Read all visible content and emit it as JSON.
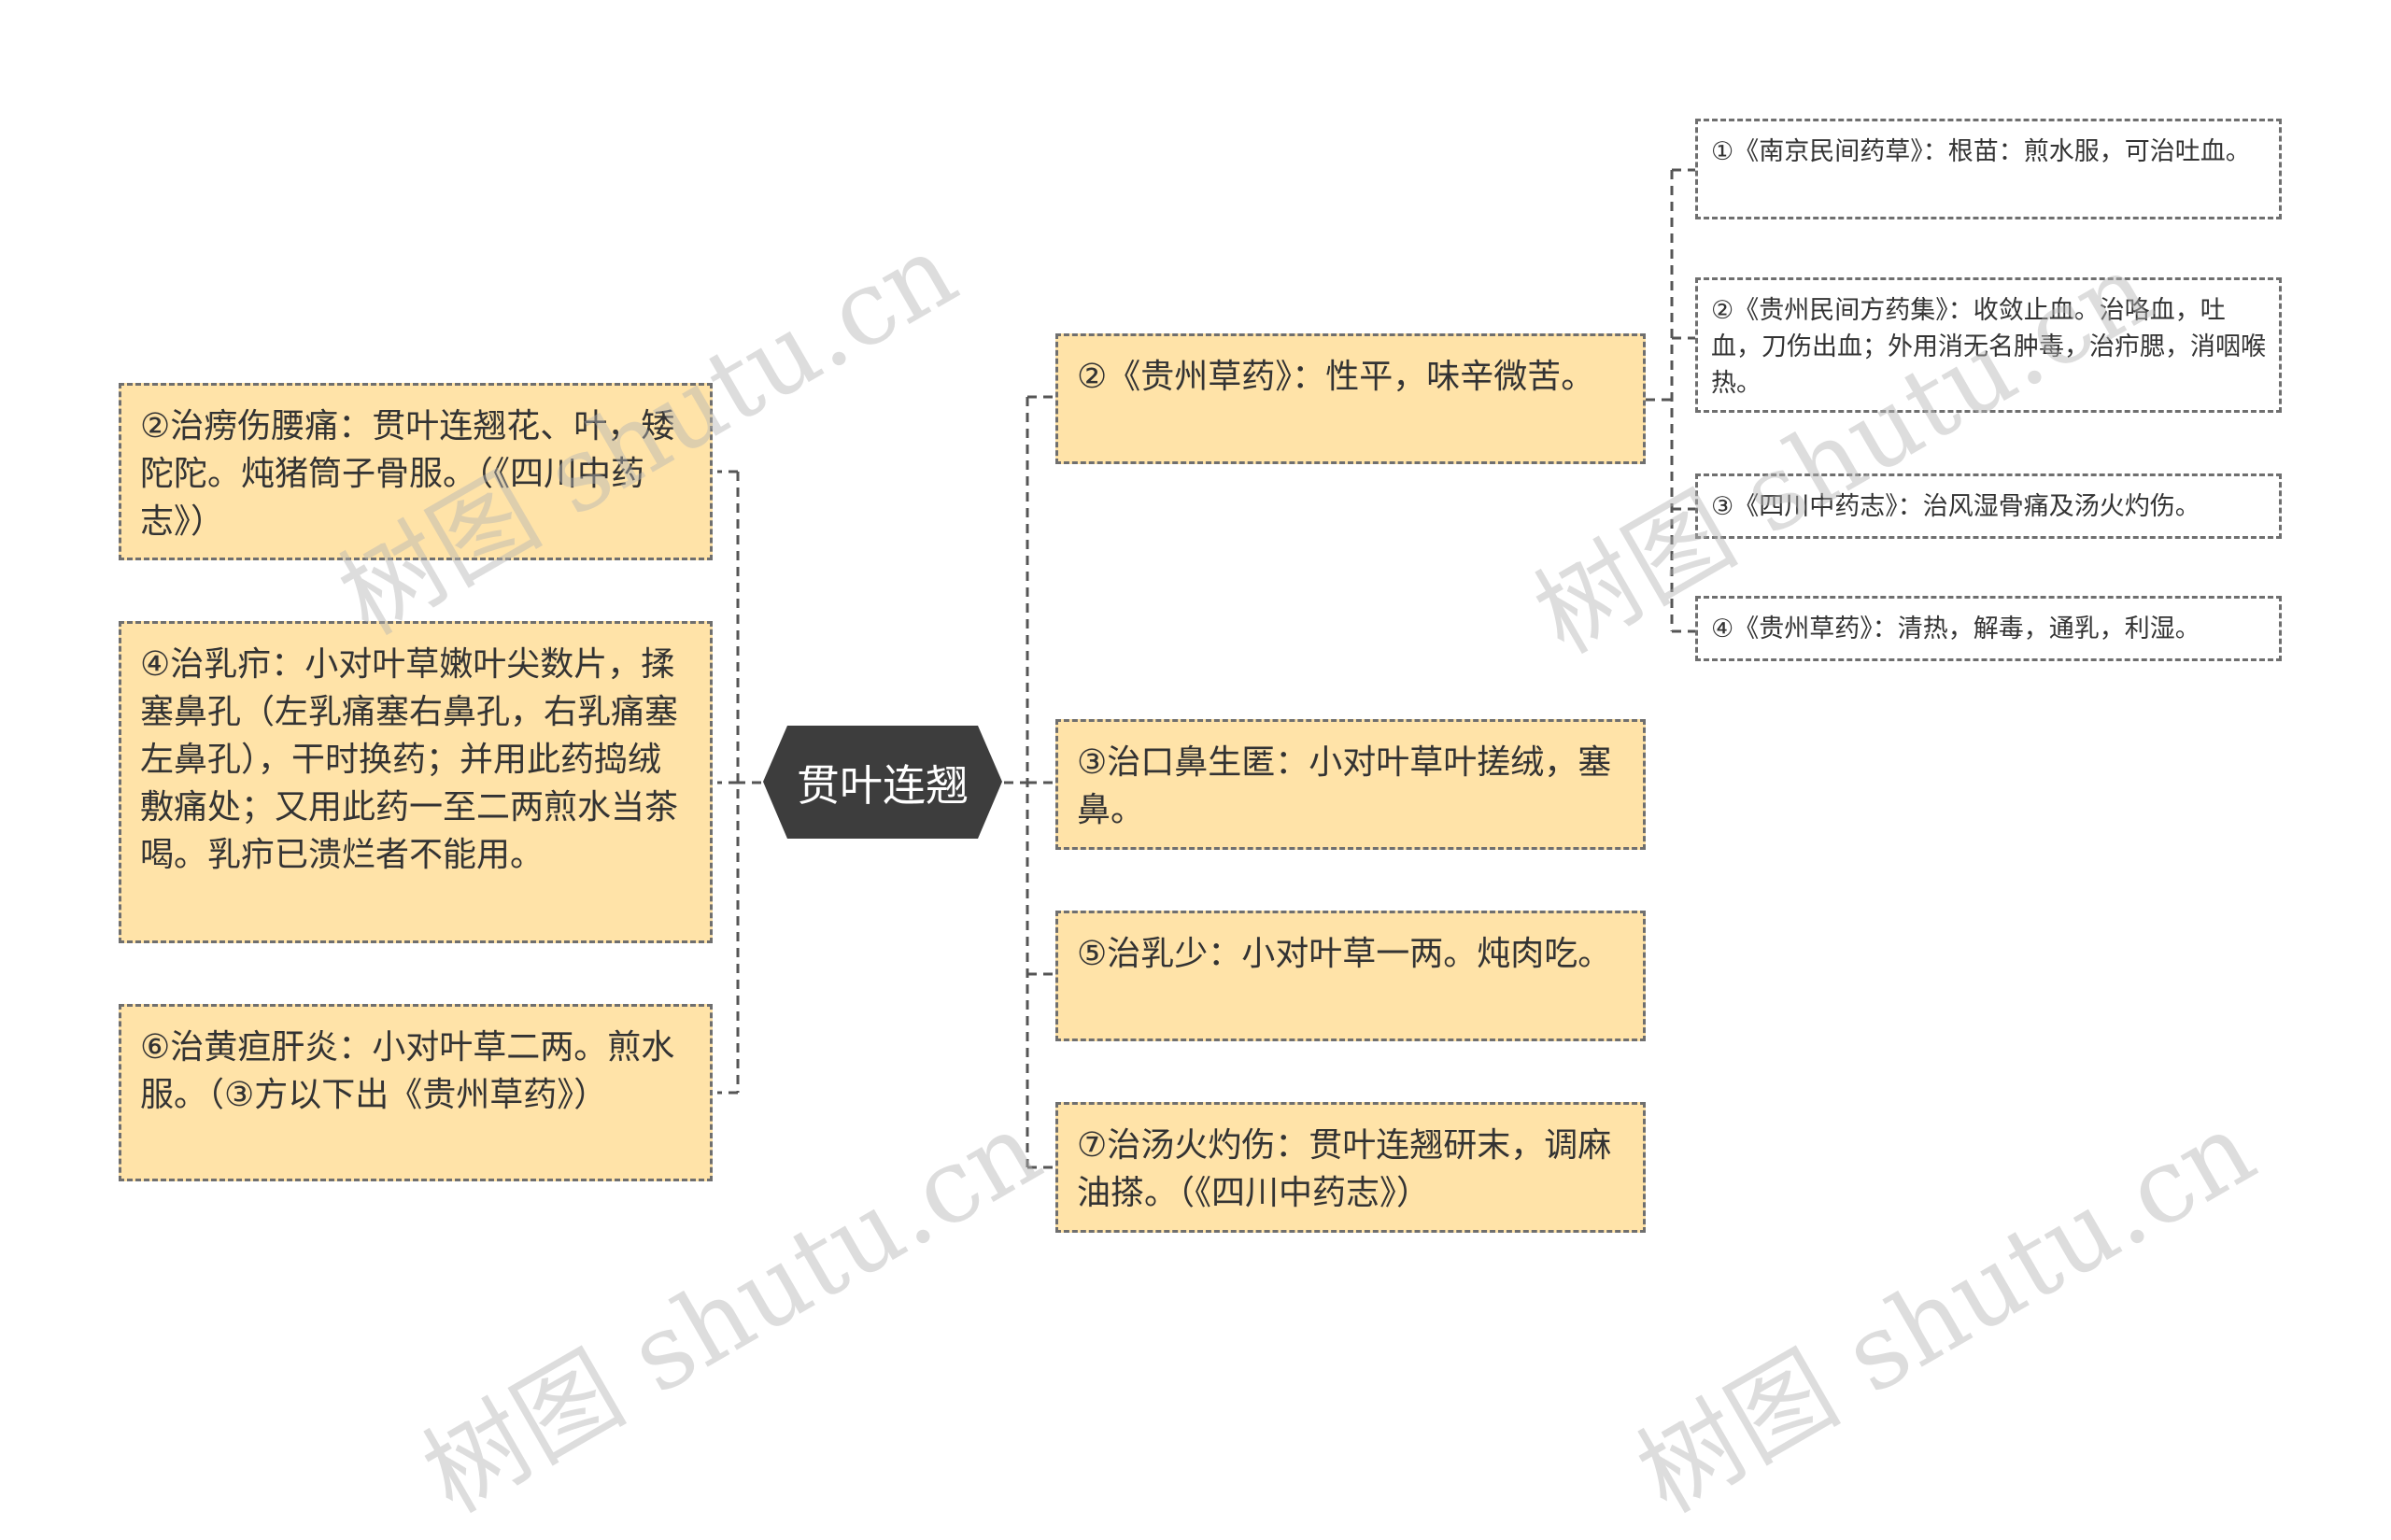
{
  "center": {
    "label": "贯叶连翘"
  },
  "left_nodes": [
    {
      "id": "l1",
      "text": "②治痨伤腰痛：贯叶连翘花、叶，矮陀陀。炖猪筒子骨服。（《四川中药志》）"
    },
    {
      "id": "l2",
      "text": "④治乳疖：小对叶草嫩叶尖数片，揉塞鼻孔（左乳痛塞右鼻孔，右乳痛塞左鼻孔），干时换药；并用此药捣绒敷痛处；又用此药一至二两煎水当茶喝。乳疖已溃烂者不能用。"
    },
    {
      "id": "l3",
      "text": "⑥治黄疸肝炎：小对叶草二两。煎水服。（③方以下出《贵州草药》）"
    }
  ],
  "right_nodes": [
    {
      "id": "r1",
      "text": "②《贵州草药》：性平，味辛微苦。"
    },
    {
      "id": "r2",
      "text": "③治口鼻生匿：小对叶草叶搓绒，塞鼻。"
    },
    {
      "id": "r3",
      "text": "⑤治乳少：小对叶草一两。炖肉吃。"
    },
    {
      "id": "r4",
      "text": "⑦治汤火灼伤：贯叶连翘研末，调麻油搽。（《四川中药志》）"
    }
  ],
  "sub_nodes": [
    {
      "id": "s1",
      "text": "①《南京民间药草》：根苗：煎水服，可治吐血。"
    },
    {
      "id": "s2",
      "text": "②《贵州民间方药集》：收敛止血。治咯血，吐血，刀伤出血；外用消无名肿毒，治疖腮，消咽喉热。"
    },
    {
      "id": "s3",
      "text": "③《四川中药志》：治风湿骨痛及汤火灼伤。"
    },
    {
      "id": "s4",
      "text": "④《贵州草药》：清热，解毒，通乳，利湿。"
    }
  ],
  "watermark": "树图 shutu.cn",
  "colors": {
    "node_fill": "#ffe3a8",
    "node_border": "#6f6f6f",
    "center_fill": "#3d3d3d",
    "connector": "#555555",
    "text": "#333333"
  }
}
